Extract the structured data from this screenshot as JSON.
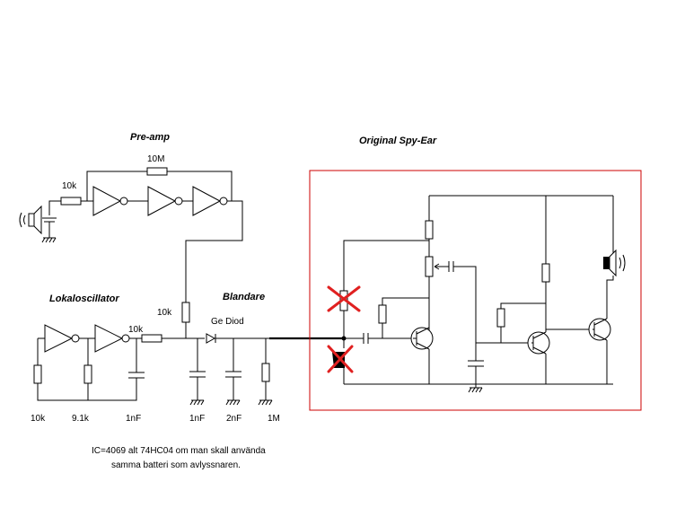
{
  "sections": {
    "preamp": "Pre-amp",
    "lo": "Lokaloscillator",
    "mixer": "Blandare",
    "spyear": "Original Spy-Ear"
  },
  "labels": {
    "r_10M": "10M",
    "r_10k_pre": "10k",
    "r_10k_link": "10k",
    "r_10k_lo": "10k",
    "diode": "Ge Diod",
    "r_10k_bottom": "10k",
    "r_9k1": "9.1k",
    "c_1nF_lo": "1nF",
    "c_1nF_mix": "1nF",
    "c_2nF": "2nF",
    "r_1M": "1M"
  },
  "note": {
    "line1": "IC=4069 alt 74HC04  om man skall använda",
    "line2": "samma batteri som avlyssnaren."
  },
  "colors": {
    "box": "#cc0000",
    "cross": "#e02020"
  }
}
